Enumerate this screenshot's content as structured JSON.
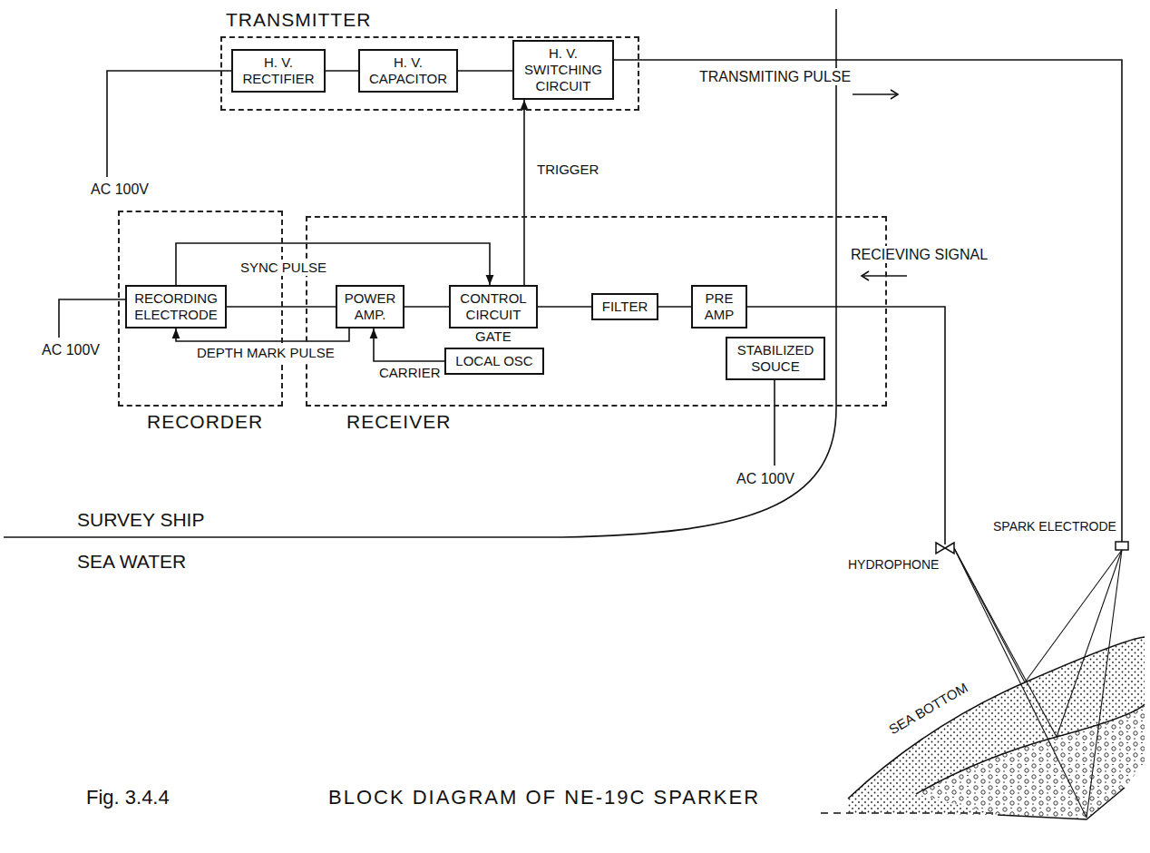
{
  "diagram": {
    "caption": "BLOCK DIAGRAM OF NE-19C SPARKER",
    "nodes": [
      {
        "text": [
          "TRANSMITTER"
        ]
      },
      {
        "text": [
          "H. V. RECTIFIER"
        ],
        "in": 0
      },
      {
        "text": [
          "H. V. CAPACITOR"
        ],
        "in": 0
      },
      {
        "text": [
          "H. V. SWITCHING CIRCUIT"
        ],
        "in": 0
      },
      {
        "text": [
          "RECORDER"
        ]
      },
      {
        "text": [
          "RECORDING ELECTRODE"
        ],
        "in": 4
      },
      {
        "text": [
          "RECEIVER"
        ]
      },
      {
        "text": [
          "POWER AMP."
        ],
        "in": 6
      },
      {
        "text": [
          "CONTROL CIRCUIT"
        ],
        "in": 6
      },
      {
        "text": [
          "FILTER"
        ],
        "in": 6
      },
      {
        "text": [
          "PRE AMP"
        ],
        "in": 6
      },
      {
        "text": [
          "LOCAL OSC"
        ],
        "in": 6
      },
      {
        "text": [
          "STABILIZED SOUCE"
        ],
        "in": 6
      }
    ],
    "edges": [
      {
        "from": 1,
        "to": 2,
        "arrow": "none"
      },
      {
        "from": 2,
        "to": 3,
        "arrow": "none"
      },
      {
        "from": 8,
        "to": 3,
        "label": "TRIGGER",
        "arrow": "to"
      },
      {
        "from": 5,
        "to": 8,
        "label": "SYNC PULSE",
        "arrow": "to"
      },
      {
        "from": 7,
        "to": 5,
        "arrow": "none"
      },
      {
        "from": 8,
        "to": 7,
        "arrow": "none"
      },
      {
        "from": 9,
        "to": 8,
        "arrow": "none"
      },
      {
        "from": 10,
        "to": 9,
        "arrow": "none"
      },
      {
        "from": 7,
        "to": 5,
        "label": "DEPTH MARK PULSE",
        "arrow": "to"
      },
      {
        "from": 11,
        "to": 7,
        "label": "CARRIER",
        "arrow": "to"
      }
    ],
    "labels": [
      "AC 100V",
      "TRANSMITING PULSE",
      "AC 100V",
      "RECIEVING SIGNAL",
      "GATE",
      "AC 100V",
      "SURVEY SHIP",
      "SEA WATER",
      "HYDROPHONE",
      "SPARK ELECTRODE",
      "SEA BOTTOM",
      "Fig. 3.4.4"
    ]
  }
}
